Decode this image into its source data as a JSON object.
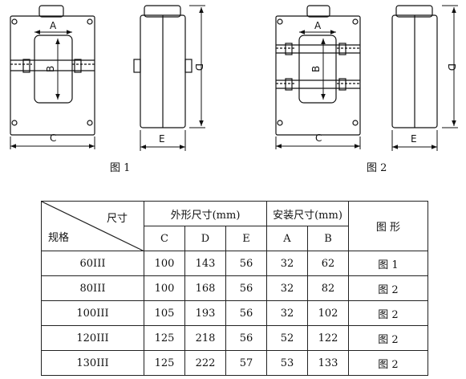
{
  "figure1": {
    "caption": "图 1",
    "labels": {
      "A": "A",
      "B": "B",
      "C": "C",
      "D": "D",
      "E": "E"
    }
  },
  "figure2": {
    "caption": "图 2",
    "labels": {
      "A": "A",
      "B": "B",
      "C": "C",
      "D": "D",
      "E": "E"
    }
  },
  "table": {
    "corner_top": "尺寸",
    "corner_bottom": "规格",
    "group_outer": "外形尺寸(mm)",
    "group_install": "安装尺寸(mm)",
    "group_figure": "图  形",
    "col_C": "C",
    "col_D": "D",
    "col_E": "E",
    "col_A": "A",
    "col_B": "B",
    "rows": [
      {
        "spec": "60III",
        "C": "100",
        "D": "143",
        "E": "56",
        "A": "32",
        "B": "62",
        "fig": "图 1"
      },
      {
        "spec": "80III",
        "C": "100",
        "D": "168",
        "E": "56",
        "A": "32",
        "B": "82",
        "fig": "图 2"
      },
      {
        "spec": "100III",
        "C": "105",
        "D": "193",
        "E": "56",
        "A": "32",
        "B": "102",
        "fig": "图 2"
      },
      {
        "spec": "120III",
        "C": "125",
        "D": "218",
        "E": "56",
        "A": "52",
        "B": "122",
        "fig": "图 2"
      },
      {
        "spec": "130III",
        "C": "125",
        "D": "222",
        "E": "57",
        "A": "53",
        "B": "133",
        "fig": "图 2"
      }
    ]
  }
}
